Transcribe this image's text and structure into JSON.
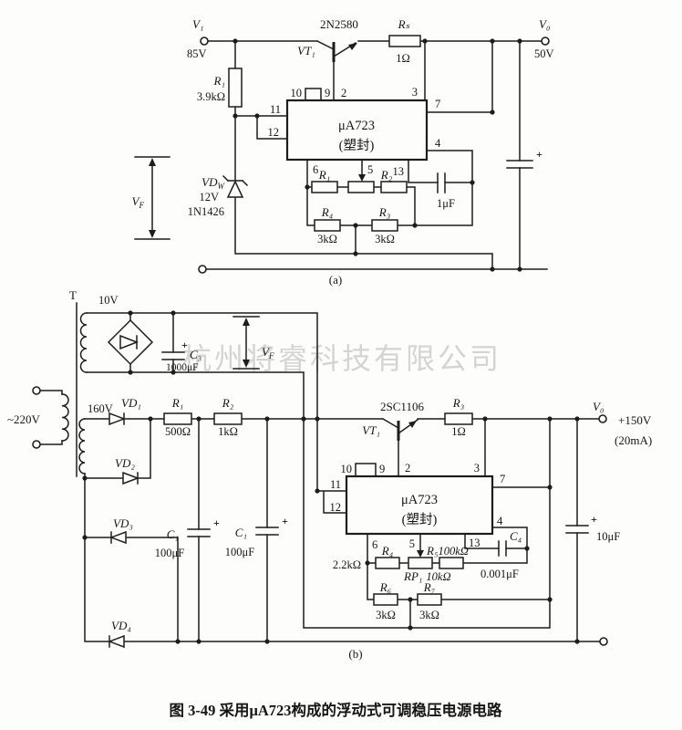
{
  "watermark": "杭州将睿科技有限公司",
  "caption": "图 3-49  采用μA723构成的浮动式可调稳压电源电路",
  "sym": {
    "plus": "+"
  },
  "a": {
    "tag": "(a)",
    "vin": "V₁",
    "vin_val": "85V",
    "r1": "R₁",
    "r1_val": "3.9kΩ",
    "vt_part": "2N2580",
    "vt": "VT₁",
    "rs": "Rₛ",
    "rs_val": "1Ω",
    "vout": "V₀",
    "vout_val": "50V",
    "ic": "μA723",
    "pkg": "(塑封)",
    "p10": "10",
    "p9": "9",
    "p2": "2",
    "p3": "3",
    "p7": "7",
    "p11": "11",
    "p12": "12",
    "p6": "6",
    "p5": "5",
    "p13": "13",
    "p4": "4",
    "ra": "R₁",
    "rb": "R₂",
    "r4": "R₄",
    "r4_val": "3kΩ",
    "r3": "R₃",
    "r3_val": "3kΩ",
    "c1": "1μF",
    "vdw": "VD",
    "vdw_sub": "W",
    "vdw_v": "12V",
    "vdw_part": "1N1426",
    "vf": "V",
    "vf_sub": "F"
  },
  "b": {
    "tag": "(b)",
    "t": "T",
    "w10": "10V",
    "mains": "~220V",
    "sec": "160V",
    "c3": "C₃",
    "c3_val": "1000μF",
    "vf": "V",
    "vf_sub": "F",
    "vd1": "VD₁",
    "vd2": "VD₂",
    "vd3": "VD₃",
    "vd4": "VD₄",
    "r1": "R₁",
    "r1_val": "500Ω",
    "r2": "R₂",
    "r2_val": "1kΩ",
    "c1a": "C₁",
    "c1a_val": "100μF",
    "c1b": "C₁",
    "c1b_val": "100μF",
    "vt_part": "2SC1106",
    "vt": "VT₁",
    "r3": "R₃",
    "r3_val": "1Ω",
    "vout": "V₀",
    "vout_v": "+150V",
    "vout_i": "(20mA)",
    "ic": "μA723",
    "pkg": "(塑封)",
    "p10": "10",
    "p9": "9",
    "p2": "2",
    "p3": "3",
    "p7": "7",
    "p11": "11",
    "p12": "12",
    "p6": "6",
    "p5": "5",
    "p13": "13",
    "p4": "4",
    "r4": "R₄",
    "r4_val": "2.2kΩ",
    "rp": "RP₁",
    "rp_val": "10kΩ",
    "r5": "R₅",
    "r5_val": "100kΩ",
    "c4": "C₄",
    "c4_val": "0.001μF",
    "r6": "R₆",
    "r6_val": "3kΩ",
    "r7": "R₇",
    "r7_val": "3kΩ",
    "c5_val": "10μF"
  }
}
